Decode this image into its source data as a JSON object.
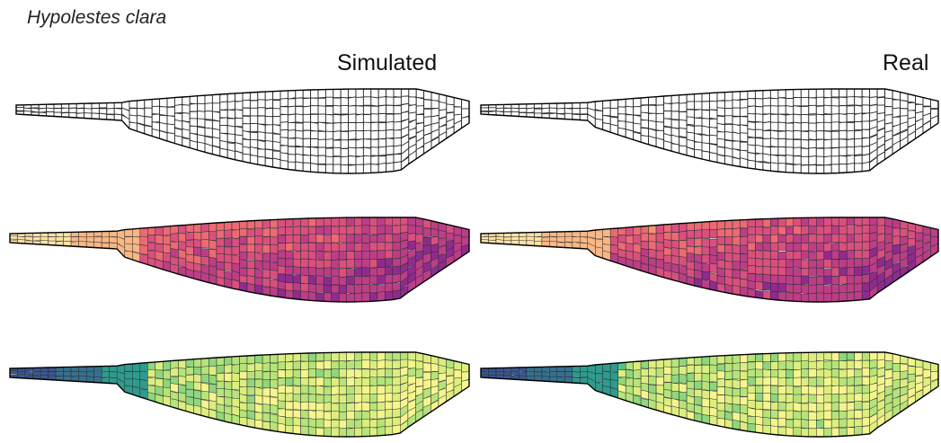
{
  "figure": {
    "species": "Hypolestes clara",
    "column_labels": {
      "simulated": "Simulated",
      "real": "Real"
    }
  },
  "colors": {
    "outline": "#000000",
    "cell_edge": "#2b2b2b",
    "row1_fill": "#ffffff",
    "row2_palette": [
      "#fde2a6",
      "#f9b784",
      "#f79173",
      "#ec6a73",
      "#d9507e",
      "#bb3e86",
      "#8f2a8f",
      "#5b1d8c"
    ],
    "row3_palette": [
      "#3b5790",
      "#37708f",
      "#2f9b8f",
      "#55c48a",
      "#8fd67d",
      "#b6e47a",
      "#dcef7e",
      "#f5f58e"
    ]
  }
}
